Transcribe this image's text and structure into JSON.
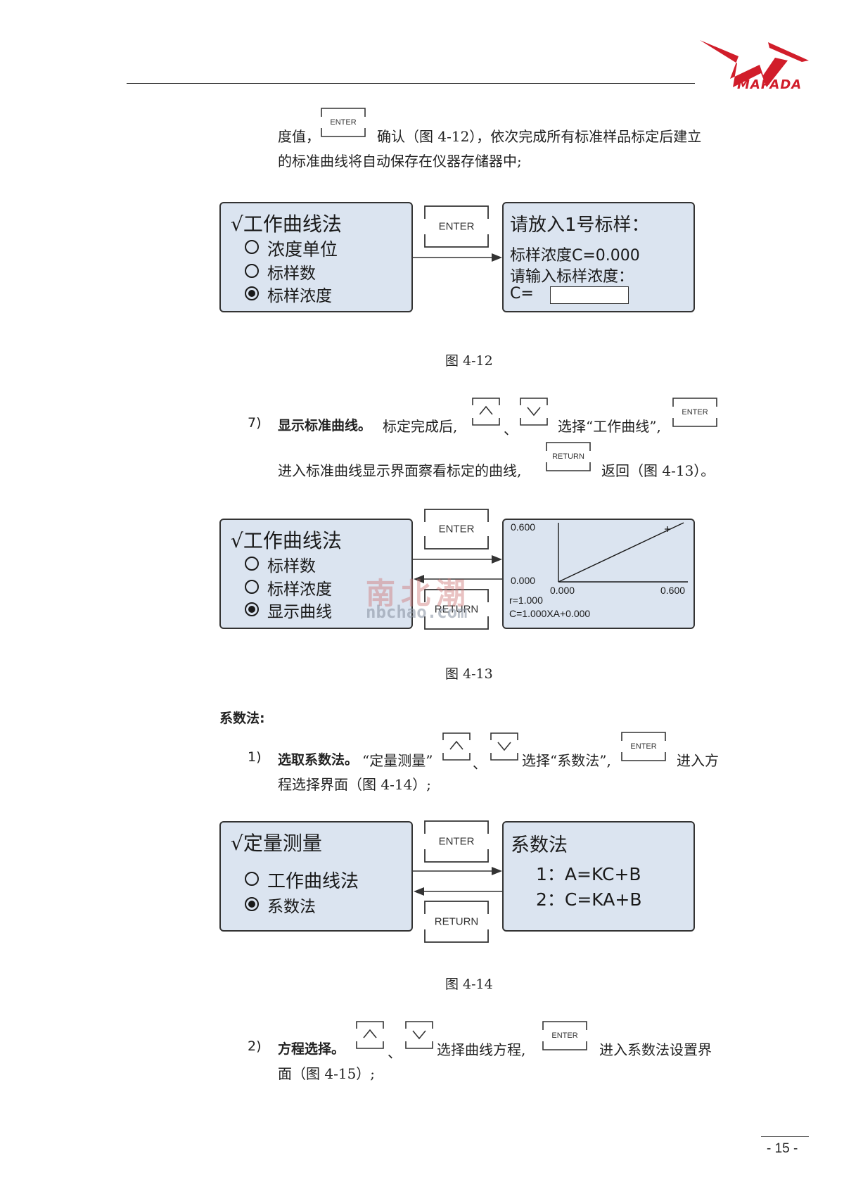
{
  "header": {
    "brand": "MAPADA"
  },
  "intro": {
    "line1_a": "度值，",
    "line1_key": "ENTER",
    "line1_b": "确认（图 4-12），依次完成所有标准样品标定后建立",
    "line2": "的标准曲线将自动保存在仪器存储器中;"
  },
  "fig12": {
    "left": {
      "title": "√工作曲线法",
      "opt1": "浓度单位",
      "opt2": "标样数",
      "opt3": "标样浓度"
    },
    "key_enter": "ENTER",
    "right": {
      "title": "请放入1号标样：",
      "line1": "标样浓度C=0.000",
      "line2": "请输入标样浓度：",
      "c_label": "C="
    },
    "caption": "图 4-12"
  },
  "step7": {
    "num": "7)",
    "title": "显示标准曲线。",
    "text_a": "标定完成后,",
    "sep": "、",
    "text_b": "选择“工作曲线”,",
    "key_enter": "ENTER",
    "line2_a": "进入标准曲线显示界面察看标定的曲线,",
    "key_return": "RETURN",
    "line2_b": "返回（图 4-13）。"
  },
  "fig13": {
    "left": {
      "title": "√工作曲线法",
      "opt1": "标样数",
      "opt2": "标样浓度",
      "opt3": "显示曲线"
    },
    "key_enter": "ENTER",
    "key_return": "RETURN",
    "plot": {
      "y_max": "0.600",
      "y_min": "0.000",
      "x_min": "0.000",
      "x_max": "0.600",
      "r": "r=1.000",
      "eq": "C=1.000XA+0.000"
    },
    "watermark": {
      "cn": "南北潮",
      "en": "nbchao.com"
    },
    "caption": "图 4-13"
  },
  "coef": {
    "heading": "系数法:",
    "num": "1)",
    "title": "选取系数法。",
    "text_a": "“定量测量”",
    "sep": "、",
    "text_b": "选择“系数法”,",
    "key_enter": "ENTER",
    "text_c": "进入方",
    "line2": "程选择界面（图 4-14）;"
  },
  "fig14": {
    "left": {
      "title": "√定量测量",
      "opt1": "工作曲线法",
      "opt2": "系数法"
    },
    "key_enter": "ENTER",
    "key_return": "RETURN",
    "right": {
      "title": "系数法",
      "eq1": "1：A=KC+B",
      "eq2": "2：C=KA+B"
    },
    "caption": "图 4-14"
  },
  "step2": {
    "num": "2)",
    "title": "方程选择。",
    "sep": "、",
    "text_a": "选择曲线方程,",
    "key_enter": "ENTER",
    "text_b": "进入系数法设置界",
    "line2": "面（图 4-15）;"
  },
  "footer": {
    "page": "- 15 -"
  }
}
